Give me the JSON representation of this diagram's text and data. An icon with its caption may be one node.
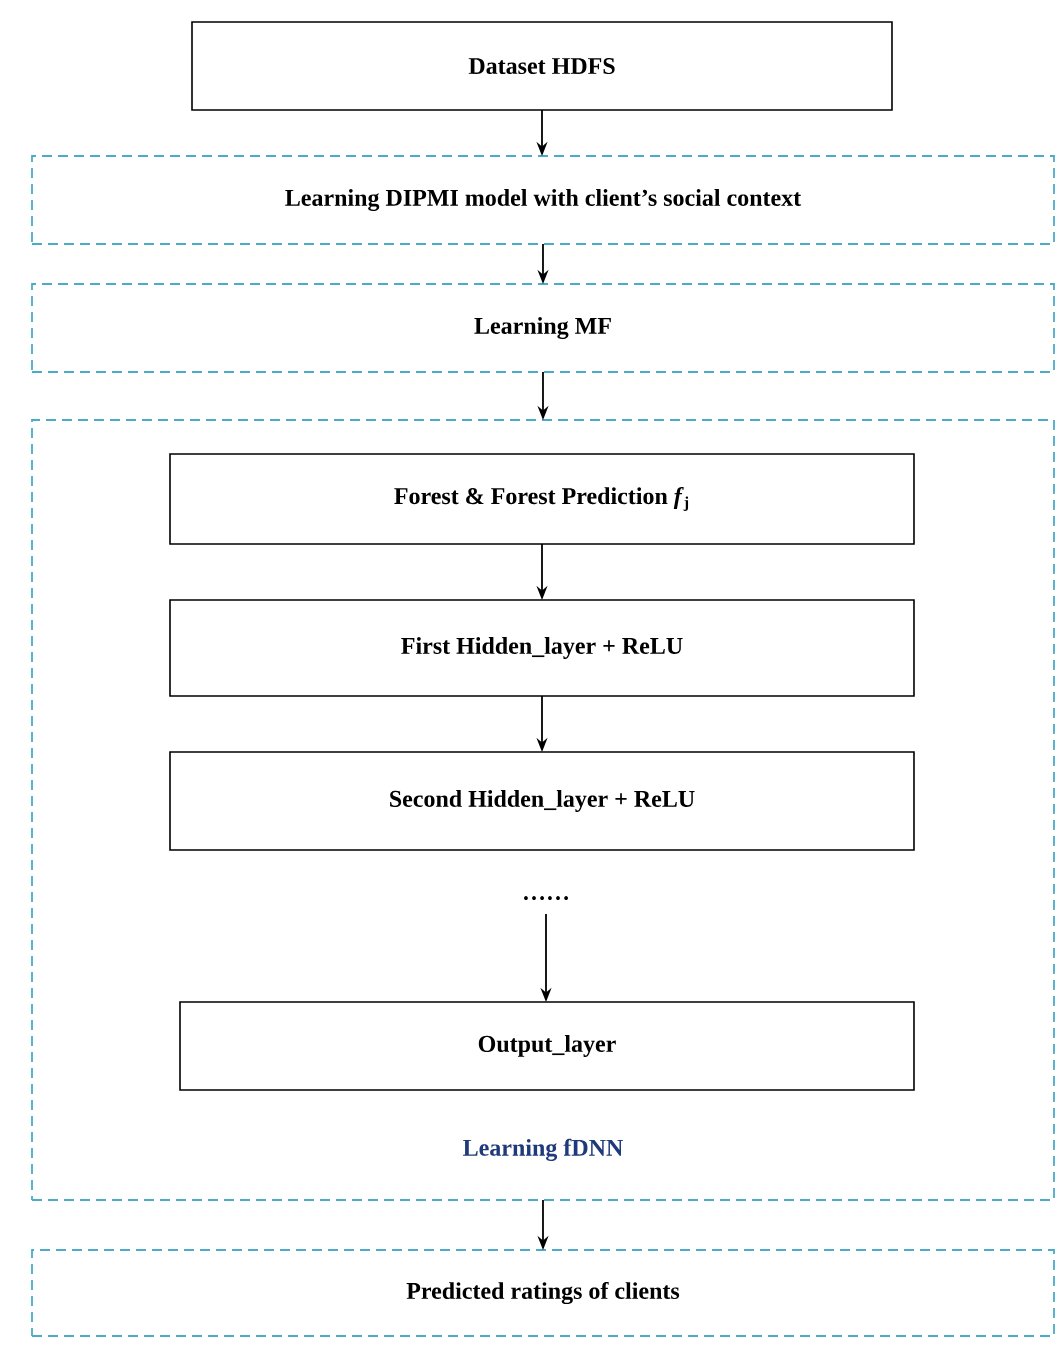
{
  "diagram": {
    "nodes": [
      {
        "text": [
          "Dataset HDFS"
        ]
      },
      {
        "text": [
          "Learning DIPMI model with client’s social context"
        ]
      },
      {
        "text": [
          "Learning MF"
        ]
      },
      {
        "text": [
          "Learning fDNN"
        ]
      },
      {
        "text": [
          "Forest & Forest Prediction *f*$_{j}$"
        ],
        "in": 3
      },
      {
        "text": [
          "First Hidden_layer + ReLU"
        ],
        "in": 3
      },
      {
        "text": [
          "Second Hidden_layer + ReLU"
        ],
        "in": 3
      },
      {
        "text": [
          "……"
        ],
        "in": 3
      },
      {
        "text": [
          "Output_layer"
        ],
        "in": 3
      },
      {
        "text": [
          "Predicted ratings of clients"
        ]
      }
    ],
    "edges": [
      {
        "from": 0,
        "to": 1,
        "arrow": "to"
      },
      {
        "from": 1,
        "to": 2,
        "arrow": "to"
      },
      {
        "from": 2,
        "to": 3,
        "arrow": "to"
      },
      {
        "from": 4,
        "to": 5,
        "arrow": "to"
      },
      {
        "from": 5,
        "to": 6,
        "arrow": "to"
      },
      {
        "from": 7,
        "to": 8,
        "arrow": "to"
      },
      {
        "from": 3,
        "to": 9,
        "arrow": "to"
      }
    ]
  }
}
